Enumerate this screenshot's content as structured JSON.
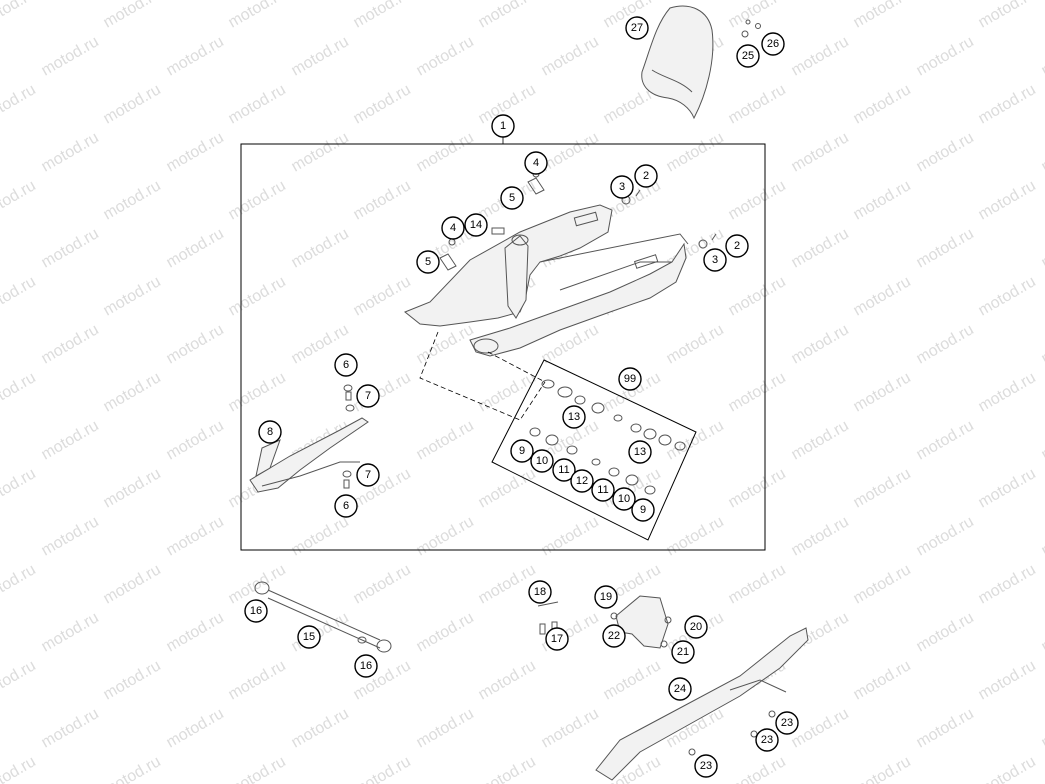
{
  "watermark": {
    "text": "motod.ru"
  },
  "callouts": [
    {
      "id": "c-27",
      "label": "27"
    },
    {
      "id": "c-25",
      "label": "25"
    },
    {
      "id": "c-26",
      "label": "26"
    },
    {
      "id": "c-1",
      "label": "1"
    },
    {
      "id": "c-4a",
      "label": "4"
    },
    {
      "id": "c-3a",
      "label": "3"
    },
    {
      "id": "c-2a",
      "label": "2"
    },
    {
      "id": "c-5a",
      "label": "5"
    },
    {
      "id": "c-14",
      "label": "14"
    },
    {
      "id": "c-4b",
      "label": "4"
    },
    {
      "id": "c-2b",
      "label": "2"
    },
    {
      "id": "c-5b",
      "label": "5"
    },
    {
      "id": "c-3b",
      "label": "3"
    },
    {
      "id": "c-6a",
      "label": "6"
    },
    {
      "id": "c-99",
      "label": "99"
    },
    {
      "id": "c-7a",
      "label": "7"
    },
    {
      "id": "c-13a",
      "label": "13"
    },
    {
      "id": "c-8",
      "label": "8"
    },
    {
      "id": "c-13b",
      "label": "13"
    },
    {
      "id": "c-9a",
      "label": "9"
    },
    {
      "id": "c-10a",
      "label": "10"
    },
    {
      "id": "c-11a",
      "label": "11"
    },
    {
      "id": "c-7b",
      "label": "7"
    },
    {
      "id": "c-12",
      "label": "12"
    },
    {
      "id": "c-11b",
      "label": "11"
    },
    {
      "id": "c-6b",
      "label": "6"
    },
    {
      "id": "c-10b",
      "label": "10"
    },
    {
      "id": "c-9b",
      "label": "9"
    },
    {
      "id": "c-18",
      "label": "18"
    },
    {
      "id": "c-19",
      "label": "19"
    },
    {
      "id": "c-16a",
      "label": "16"
    },
    {
      "id": "c-20",
      "label": "20"
    },
    {
      "id": "c-22",
      "label": "22"
    },
    {
      "id": "c-15",
      "label": "15"
    },
    {
      "id": "c-17",
      "label": "17"
    },
    {
      "id": "c-21",
      "label": "21"
    },
    {
      "id": "c-16b",
      "label": "16"
    },
    {
      "id": "c-24",
      "label": "24"
    },
    {
      "id": "c-23a",
      "label": "23"
    },
    {
      "id": "c-23b",
      "label": "23"
    },
    {
      "id": "c-23c",
      "label": "23"
    }
  ]
}
